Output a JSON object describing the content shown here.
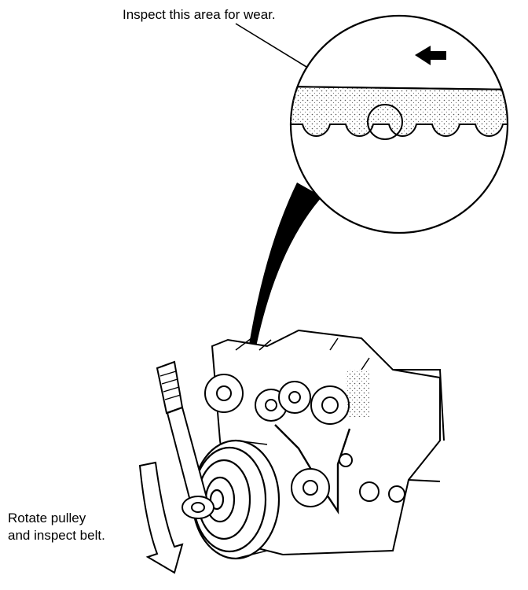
{
  "annotations": {
    "inspect_area": "Inspect this area for wear.",
    "rotate_line1": "Rotate pulley",
    "rotate_line2": "and inspect belt."
  },
  "colors": {
    "ink": "#000000",
    "paper": "#ffffff",
    "stipple": "#555555"
  }
}
